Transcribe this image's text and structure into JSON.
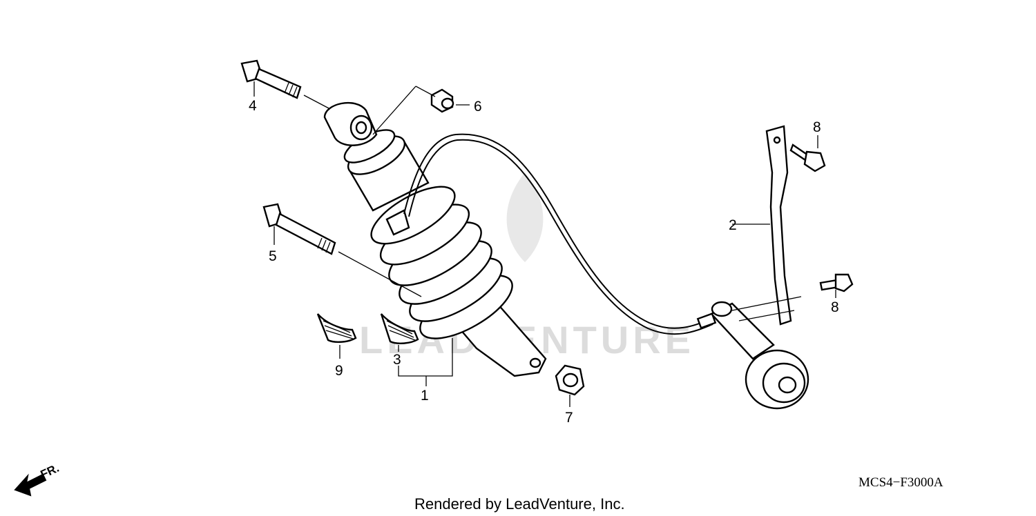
{
  "diagram": {
    "callouts": [
      "1",
      "2",
      "3",
      "4",
      "5",
      "6",
      "7",
      "8",
      "8",
      "9"
    ],
    "direction_label": "FR.",
    "diagram_code": "MCS4−F3000A",
    "credit": "Rendered by LeadVenture, Inc.",
    "watermark": "LEADVENTURE"
  }
}
